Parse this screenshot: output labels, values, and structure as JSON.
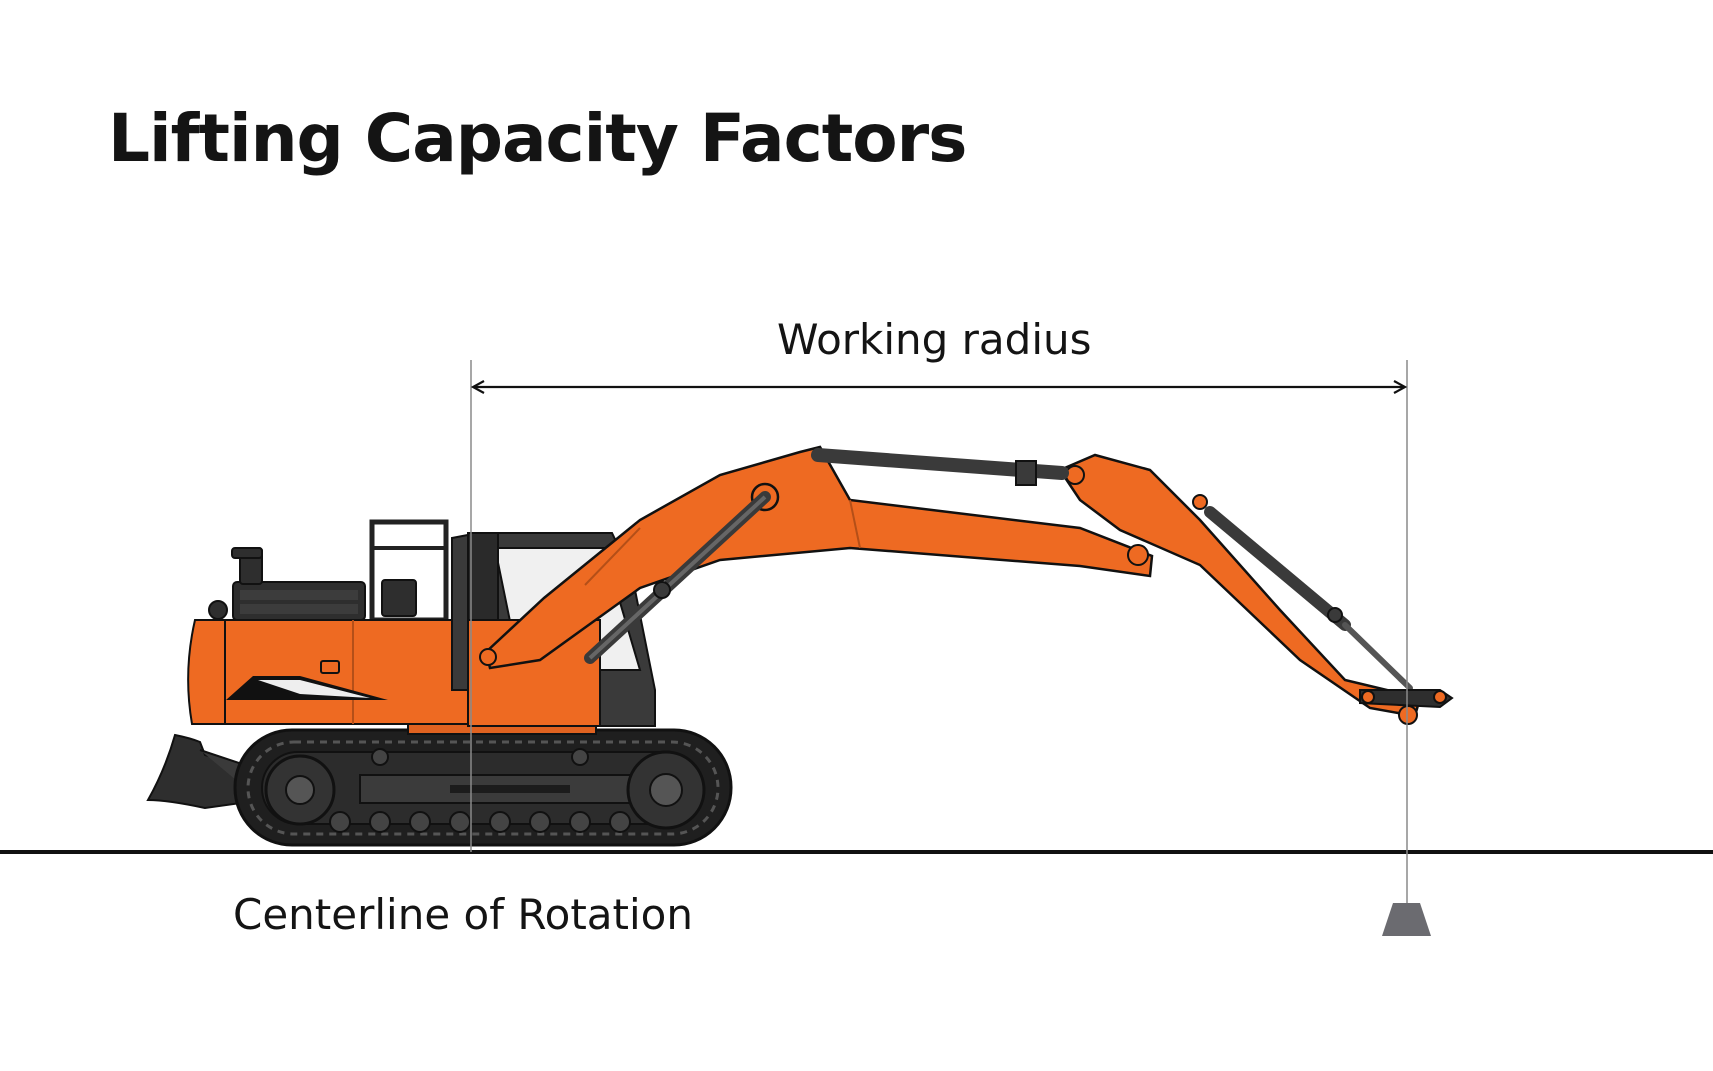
{
  "title": "Lifting Capacity Factors",
  "labels": {
    "working_radius": "Working radius",
    "centerline": "Centerline of Rotation"
  },
  "colors": {
    "machine": "#ee6a22",
    "machine_dark": "#c9561a",
    "undercarriage": "#2e2e2e",
    "cylinder": "#3a3a3a",
    "ground": "#111111",
    "guide_line": "#8a8a8a",
    "load": "#6b6b70"
  }
}
